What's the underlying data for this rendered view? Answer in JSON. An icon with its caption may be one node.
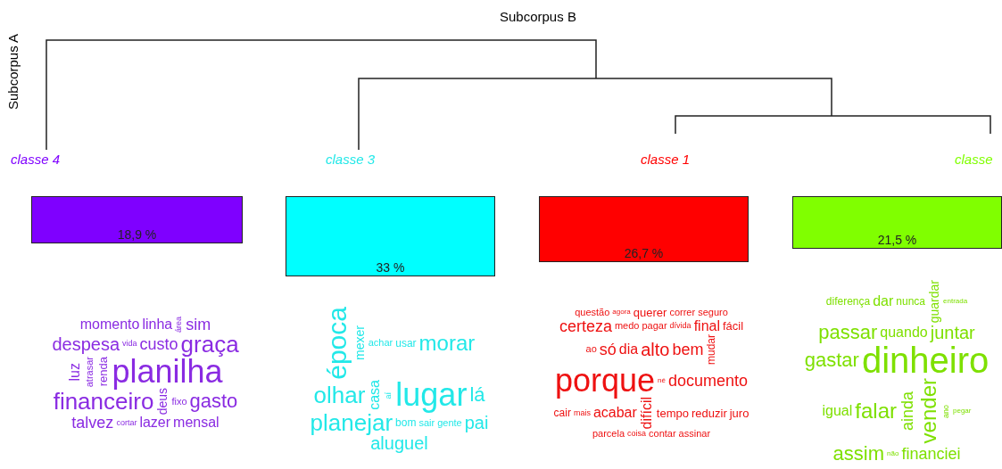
{
  "diagram": {
    "nodes": [
      {
        "text": [
          "18,9 %"
        ]
      },
      {
        "text": [
          "33 %"
        ]
      },
      {
        "text": [
          "26,7 %"
        ]
      },
      {
        "text": [
          "21,5 %"
        ]
      }
    ],
    "labels": [
      "Subcorpus B",
      "Subcorpus A",
      "classe  4",
      "classe  3",
      "classe  1",
      "classe",
      "momento",
      "linha",
      "área",
      "sim",
      "despesa",
      "vida",
      "custo",
      "graça",
      "luz",
      "atrasar",
      "renda",
      "planilha",
      "financeiro",
      "deus",
      "fixo",
      "gasto",
      "talvez",
      "cortar",
      "lazer",
      "mensal",
      "época",
      "mexer",
      "achar",
      "usar",
      "morar",
      "olhar",
      "casa",
      "aí",
      "lugar",
      "lá",
      "planejar",
      "bom",
      "sair",
      "gente",
      "pai",
      "aluguel",
      "questão",
      "agora",
      "querer",
      "correr",
      "seguro",
      "certeza",
      "medo",
      "pagar",
      "dívida",
      "final",
      "fácil",
      "ao",
      "só",
      "dia",
      "alto",
      "bem",
      "mudar",
      "porque",
      "né",
      "documento",
      "cair",
      "mais",
      "acabar",
      "difícil",
      "tempo",
      "reduzir",
      "juro",
      "parcela",
      "coisa",
      "contar",
      "assinar",
      "diferença",
      "dar",
      "nunca",
      "guardar",
      "entrada",
      "passar",
      "quando",
      "juntar",
      "gastar",
      "dinheiro",
      "igual",
      "falar",
      "ainda",
      "vender",
      "ano",
      "pegar",
      "assim",
      "não",
      "financiei"
    ]
  }
}
